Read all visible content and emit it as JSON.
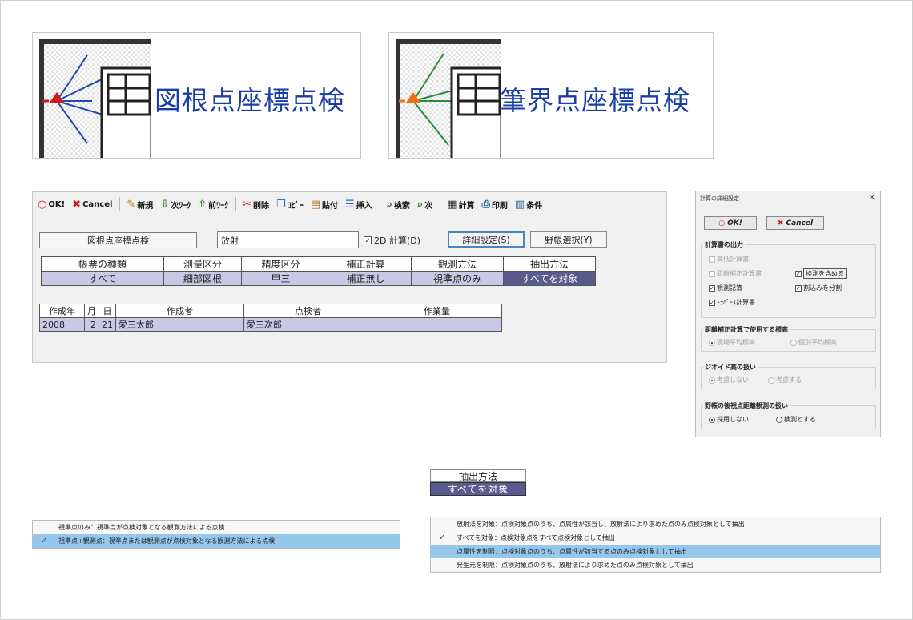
{
  "banners": [
    {
      "title": "図根点座標点検"
    },
    {
      "title": "筆界点座標点検"
    }
  ],
  "toolbar": {
    "ok": "OK!",
    "cancel": "Cancel",
    "new": "新規",
    "next_sheet": "次ﾜｰｸ",
    "prev_sheet": "前ﾜｰｸ",
    "delete": "削除",
    "copy": "ｺﾋﾟｰ",
    "paste": "貼付",
    "insert": "挿入",
    "search": "検索",
    "next": "次",
    "calc": "計算",
    "print": "印刷",
    "condition": "条件"
  },
  "form": {
    "title_field": "図根点座標点検",
    "name_value": "放射",
    "calc2d_label": "2D 計算(D)",
    "calc2d_checked": true,
    "detail_button": "詳細設定(S)",
    "field_button": "野帳選択(Y)"
  },
  "report_table": {
    "headers": [
      "帳票の種類",
      "測量区分",
      "精度区分",
      "補正計算",
      "観測方法",
      "抽出方法"
    ],
    "values": [
      "すべて",
      "細部図根",
      "甲三",
      "補正無し",
      "視準点のみ",
      "すべてを対象"
    ]
  },
  "author_table": {
    "headers": [
      "作成年",
      "月",
      "日",
      "作成者",
      "点検者",
      "作業量"
    ],
    "values": [
      "2008",
      "2",
      "21",
      "愛三太郎",
      "愛三次郎",
      ""
    ]
  },
  "dialog": {
    "title": "計算の詳細設定",
    "close": "×",
    "ok": "OK!",
    "cancel": "Cancel",
    "output_group": "計算書の出力",
    "opt_high_precision": "高低計算書",
    "opt_distance_corr": "距離補正計算書",
    "opt_include_check": "検測を含める",
    "opt_observation": "観測記簿",
    "opt_split": "割込みを分割",
    "opt_traverse": "ﾄﾗﾊﾞｰｽ計算書",
    "elev_group": "距離補正計算で使用する標高",
    "elev_site": "現場平均標高",
    "elev_each": "個別平均標高",
    "geoid_group": "ジオイド高の扱い",
    "geoid_no": "考慮しない",
    "geoid_yes": "考慮する",
    "field_group": "野帳の後視点距離観測の扱い",
    "field_no": "採用しない",
    "field_check": "検測とする"
  },
  "picker": {
    "header": "抽出方法",
    "value": "すべてを対象"
  },
  "list_left": [
    {
      "text": "視準点のみ：視準点が点検対象となる観測方法による点検",
      "selected": false
    },
    {
      "text": "視準点+観測点：視準点または観測点が点検対象となる観測方法による点検",
      "selected": true
    }
  ],
  "list_right": [
    {
      "text": "放射法を対象：点検対象点のうち、点属性が該当し、放射法により求めた点のみ点検対象として抽出",
      "selected": false
    },
    {
      "text": "すべてを対象：点検対象点をすべて点検対象として抽出",
      "selected": false,
      "checked": true
    },
    {
      "text": "点属性を制限：点検対象点のうち、点属性が該当する点のみ点検対象として抽出",
      "selected": true
    },
    {
      "text": "発生元を制限：点検対象点のうち、放射法により求めた点のみ点検対象として抽出",
      "selected": false
    }
  ],
  "colors": {
    "accent_blue": "#1a3ea8",
    "selected_cell": "#5a5a8e",
    "value_row": "#c9c9e6",
    "list_highlight": "#95c6ec"
  }
}
